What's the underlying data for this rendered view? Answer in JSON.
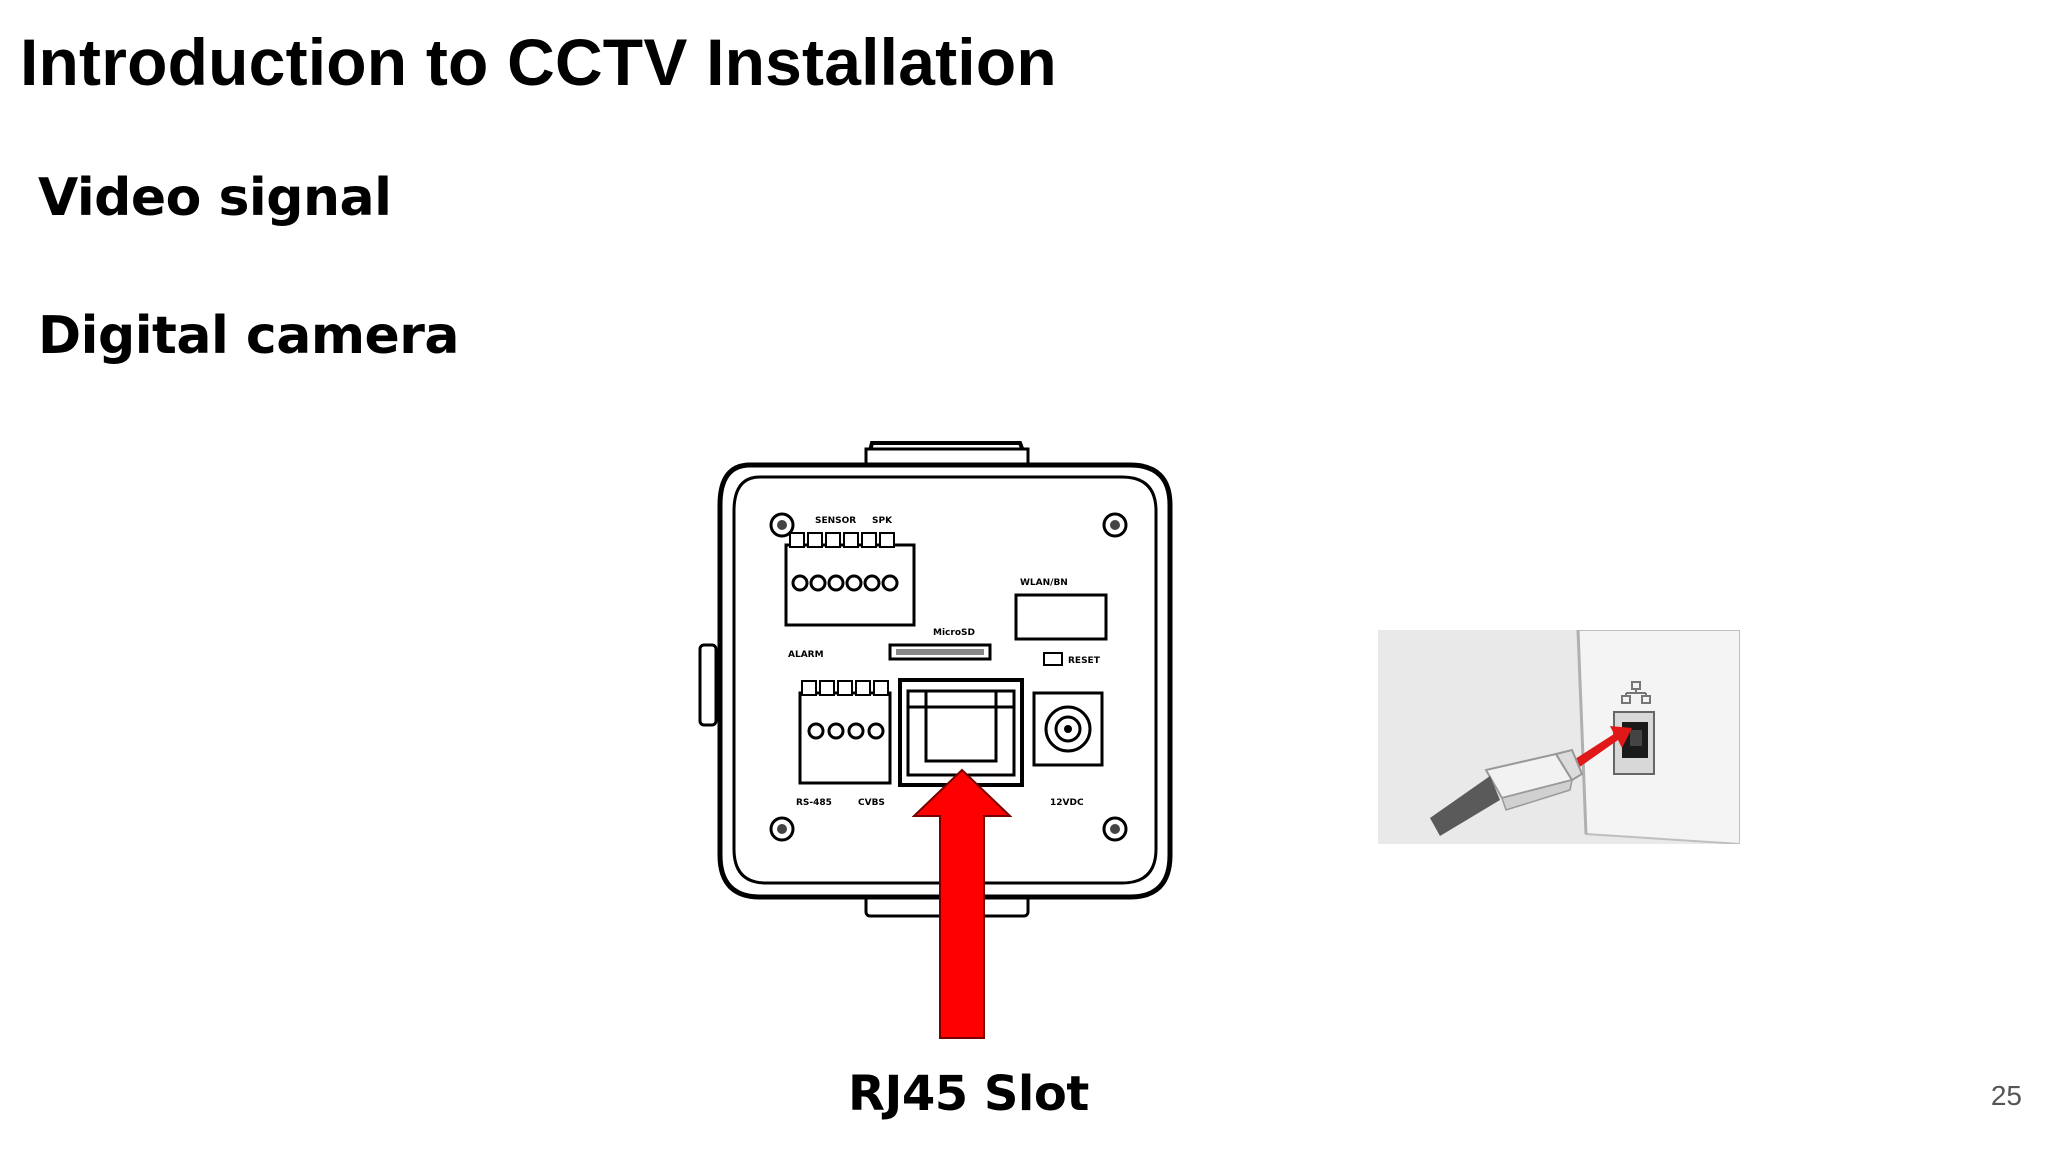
{
  "slide": {
    "title": "Introduction to CCTV Installation",
    "bullets": [
      "Video signal",
      "Digital camera"
    ],
    "caption": "RJ45 Slot",
    "page_number": "25"
  },
  "illustrations": {
    "camera_labels": [
      "SENSOR",
      "SPK",
      "ALARM",
      "WLAN/BN",
      "MicroSD",
      "RESET",
      "RS-485",
      "CVBS",
      "12VDC"
    ],
    "arrow_color": "#ff0000",
    "plug_arrow_color": "#e01818"
  }
}
